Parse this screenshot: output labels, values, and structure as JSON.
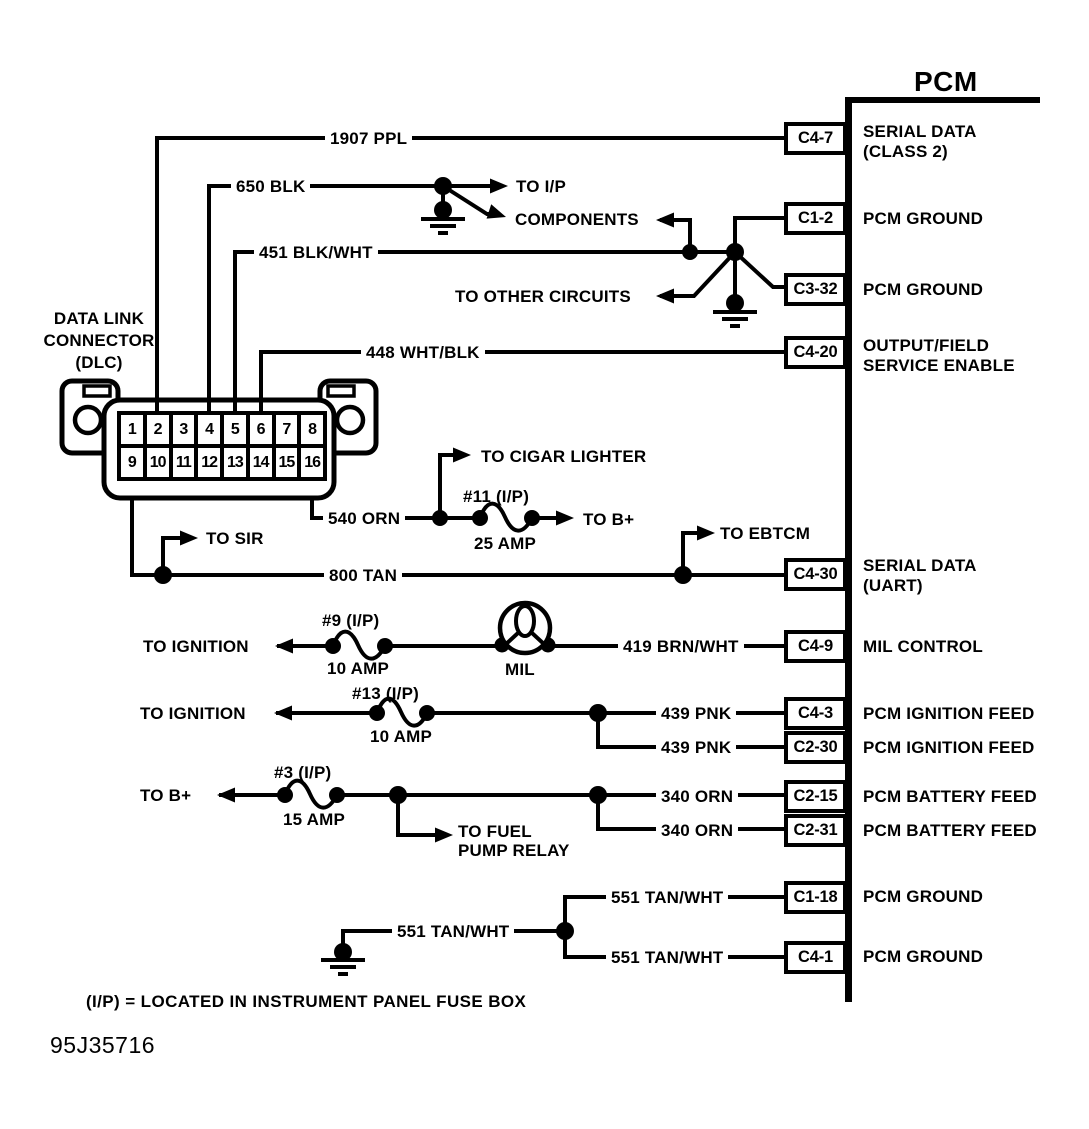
{
  "title": "PCM",
  "part_number": "95J35716",
  "footnote": "(I/P) = LOCATED IN INSTRUMENT PANEL FUSE BOX",
  "dlc": {
    "label_lines": [
      "DATA LINK",
      "CONNECTOR",
      "(DLC)"
    ],
    "pins": [
      "1",
      "2",
      "3",
      "4",
      "5",
      "6",
      "7",
      "8",
      "9",
      "10",
      "11",
      "12",
      "13",
      "14",
      "15",
      "16"
    ]
  },
  "wire_labels": {
    "ppl_1907": "1907 PPL",
    "blk_650": "650 BLK",
    "blkwht_451": "451 BLK/WHT",
    "whtblk_448": "448 WHT/BLK",
    "orn_540": "540 ORN",
    "tan_800": "800 TAN",
    "brnwht_419": "419 BRN/WHT",
    "pnk_439_a": "439 PNK",
    "pnk_439_b": "439 PNK",
    "orn_340_a": "340 ORN",
    "orn_340_b": "340 ORN",
    "tanwht_551_main": "551 TAN/WHT",
    "tanwht_551_upper": "551 TAN/WHT",
    "tanwht_551_lower": "551 TAN/WHT"
  },
  "destinations": {
    "to_ip": "TO I/P",
    "components": "COMPONENTS",
    "to_other_circuits": "TO OTHER CIRCUITS",
    "to_cigar_lighter": "TO CIGAR LIGHTER",
    "to_b_plus_upper": "TO B+",
    "to_ebtcm": "TO EBTCM",
    "to_sir": "TO SIR",
    "to_ignition_mil": "TO IGNITION",
    "to_ignition_2": "TO IGNITION",
    "to_b_plus_lower": "TO B+",
    "to_fuel_line1": "TO FUEL",
    "to_fuel_line2": "PUMP RELAY",
    "mil": "MIL"
  },
  "fuses": [
    {
      "name": "#11 (I/P)",
      "rating": "25 AMP"
    },
    {
      "name": "#9 (I/P)",
      "rating": "10 AMP"
    },
    {
      "name": "#13 (I/P)",
      "rating": "10 AMP"
    },
    {
      "name": "#3 (I/P)",
      "rating": "15 AMP"
    }
  ],
  "pcm": {
    "pins": [
      {
        "id": "C4-7",
        "lines": [
          "SERIAL DATA",
          "(CLASS 2)"
        ]
      },
      {
        "id": "C1-2",
        "lines": [
          "PCM GROUND"
        ]
      },
      {
        "id": "C3-32",
        "lines": [
          "PCM GROUND"
        ]
      },
      {
        "id": "C4-20",
        "lines": [
          "OUTPUT/FIELD",
          "SERVICE ENABLE"
        ]
      },
      {
        "id": "C4-30",
        "lines": [
          "SERIAL DATA",
          "(UART)"
        ]
      },
      {
        "id": "C4-9",
        "lines": [
          "MIL CONTROL"
        ]
      },
      {
        "id": "C4-3",
        "lines": [
          "PCM IGNITION FEED"
        ]
      },
      {
        "id": "C2-30",
        "lines": [
          "PCM IGNITION FEED"
        ]
      },
      {
        "id": "C2-15",
        "lines": [
          "PCM BATTERY FEED"
        ]
      },
      {
        "id": "C2-31",
        "lines": [
          "PCM BATTERY FEED"
        ]
      },
      {
        "id": "C1-18",
        "lines": [
          "PCM GROUND"
        ]
      },
      {
        "id": "C4-1",
        "lines": [
          "PCM GROUND"
        ]
      }
    ]
  }
}
